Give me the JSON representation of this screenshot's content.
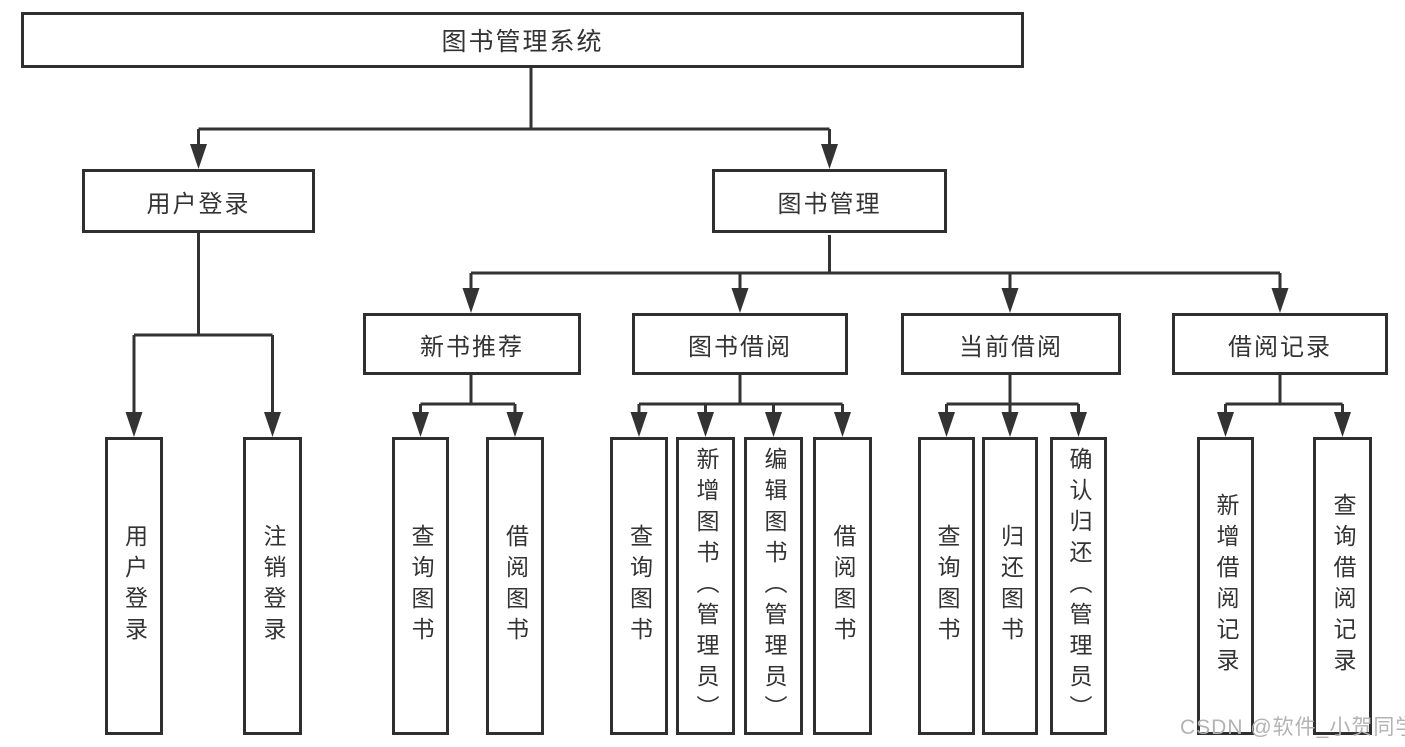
{
  "diagram": {
    "root": {
      "label": "图书管理系统"
    },
    "level2": [
      {
        "label": "用户登录"
      },
      {
        "label": "图书管理"
      }
    ],
    "level3": [
      {
        "label": "新书推荐"
      },
      {
        "label": "图书借阅"
      },
      {
        "label": "当前借阅"
      },
      {
        "label": "借阅记录"
      }
    ],
    "leaves": [
      {
        "label": "用户登录",
        "parent": "用户登录"
      },
      {
        "label": "注销登录",
        "parent": "用户登录"
      },
      {
        "label": "查询图书",
        "parent": "新书推荐"
      },
      {
        "label": "借阅图书",
        "parent": "新书推荐"
      },
      {
        "label": "查询图书",
        "parent": "图书借阅"
      },
      {
        "label": "新增图书（管理员）",
        "parent": "图书借阅"
      },
      {
        "label": "编辑图书（管理员）",
        "parent": "图书借阅"
      },
      {
        "label": "借阅图书",
        "parent": "图书借阅"
      },
      {
        "label": "查询图书",
        "parent": "当前借阅"
      },
      {
        "label": "归还图书",
        "parent": "当前借阅"
      },
      {
        "label": "确认归还（管理员）",
        "parent": "当前借阅"
      },
      {
        "label": "新增借阅记录",
        "parent": "借阅记录"
      },
      {
        "label": "查询借阅记录",
        "parent": "借阅记录"
      }
    ]
  },
  "watermark": "CSDN @软件_小贺同学",
  "colors": {
    "line": "#333333",
    "box_border": "#2f2f2f",
    "text": "#333333",
    "watermark": "#b3b3b3",
    "background": "#ffffff"
  }
}
